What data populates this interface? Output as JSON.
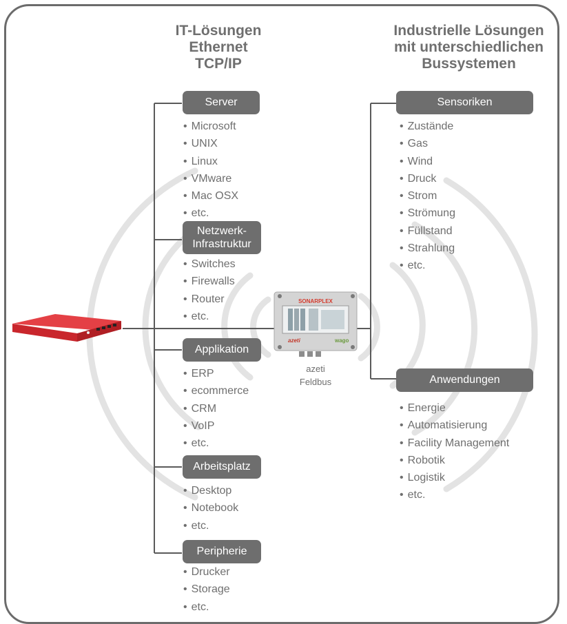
{
  "headings": {
    "left": [
      "IT-Lösungen",
      "Ethernet",
      "TCP/IP"
    ],
    "right": [
      "Industrielle Lösungen",
      "mit unterschiedlichen",
      "Bussystemen"
    ]
  },
  "left_groups": [
    {
      "label": [
        "Server"
      ],
      "items": [
        "Microsoft",
        "UNIX",
        "Linux",
        "VMware",
        "Mac OSX",
        "etc."
      ]
    },
    {
      "label": [
        "Netzwerk-",
        "Infrastruktur"
      ],
      "items": [
        "Switches",
        "Firewalls",
        "Router",
        "etc."
      ]
    },
    {
      "label": [
        "Applikation"
      ],
      "items": [
        "ERP",
        "ecommerce",
        "CRM",
        "VoIP",
        "etc."
      ]
    },
    {
      "label": [
        "Arbeitsplatz"
      ],
      "items": [
        "Desktop",
        "Notebook",
        "etc."
      ]
    },
    {
      "label": [
        "Peripherie"
      ],
      "items": [
        "Drucker",
        "Storage",
        "etc."
      ]
    }
  ],
  "right_groups": [
    {
      "label": [
        "Sensoriken"
      ],
      "items": [
        "Zustände",
        "Gas",
        "Wind",
        "Druck",
        "Strom",
        "Strömung",
        "Füllstand",
        "Strahlung",
        "etc."
      ]
    },
    {
      "label": [
        "Anwendungen"
      ],
      "items": [
        "Energie",
        "Automatisierung",
        "Facility Management",
        "Robotik",
        "Logistik",
        "etc."
      ]
    }
  ],
  "device": {
    "caption": [
      "azeti",
      "Feldbus"
    ],
    "brand": "SONARPLEX",
    "left_logo": "azeti",
    "right_logo": "wago"
  },
  "colors": {
    "frame": "#6b6b6b",
    "tag": "#6e6e6e",
    "text": "#6f6f6f",
    "arc": "#e3e3e3",
    "appliance": "#d9292e"
  }
}
